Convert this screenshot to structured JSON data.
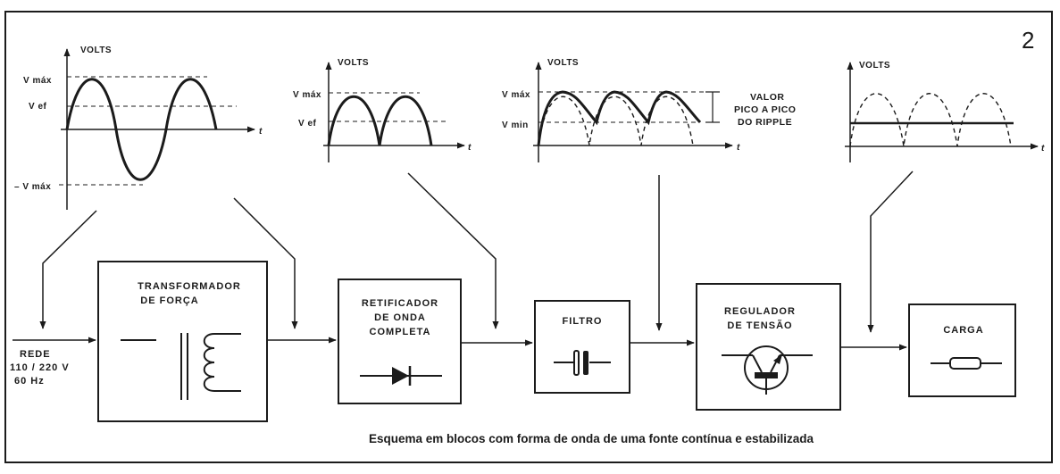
{
  "figure_number": "2",
  "caption": "Esquema em blocos com forma de onda de uma fonte contínua e estabilizada",
  "graphs": {
    "ac": {
      "axis_label": "VOLTS",
      "time_label": "t",
      "vmax_label": "V máx",
      "vef_label": "V ef",
      "neg_vmax_label": "– V máx"
    },
    "rectified": {
      "axis_label": "VOLTS",
      "time_label": "t",
      "vmax_label": "V máx",
      "vef_label": "V ef"
    },
    "filtered": {
      "axis_label": "VOLTS",
      "time_label": "t",
      "vmax_label": "V máx",
      "vmin_label": "V min",
      "ripple_lines": [
        "VALOR",
        "PICO A PICO",
        "DO RIPPLE"
      ]
    },
    "regulated": {
      "axis_label": "VOLTS",
      "time_label": "t"
    }
  },
  "input": {
    "lines": [
      "REDE",
      "110 / 220 V",
      "60 Hz"
    ]
  },
  "blocks": {
    "transformer": [
      "TRANSFORMADOR",
      "DE FORÇA"
    ],
    "rectifier": [
      "RETIFICADOR",
      "DE ONDA",
      "COMPLETA"
    ],
    "filter": [
      "FILTRO"
    ],
    "regulator": [
      "REGULADOR",
      "DE TENSÃO"
    ],
    "load": [
      "CARGA"
    ]
  }
}
